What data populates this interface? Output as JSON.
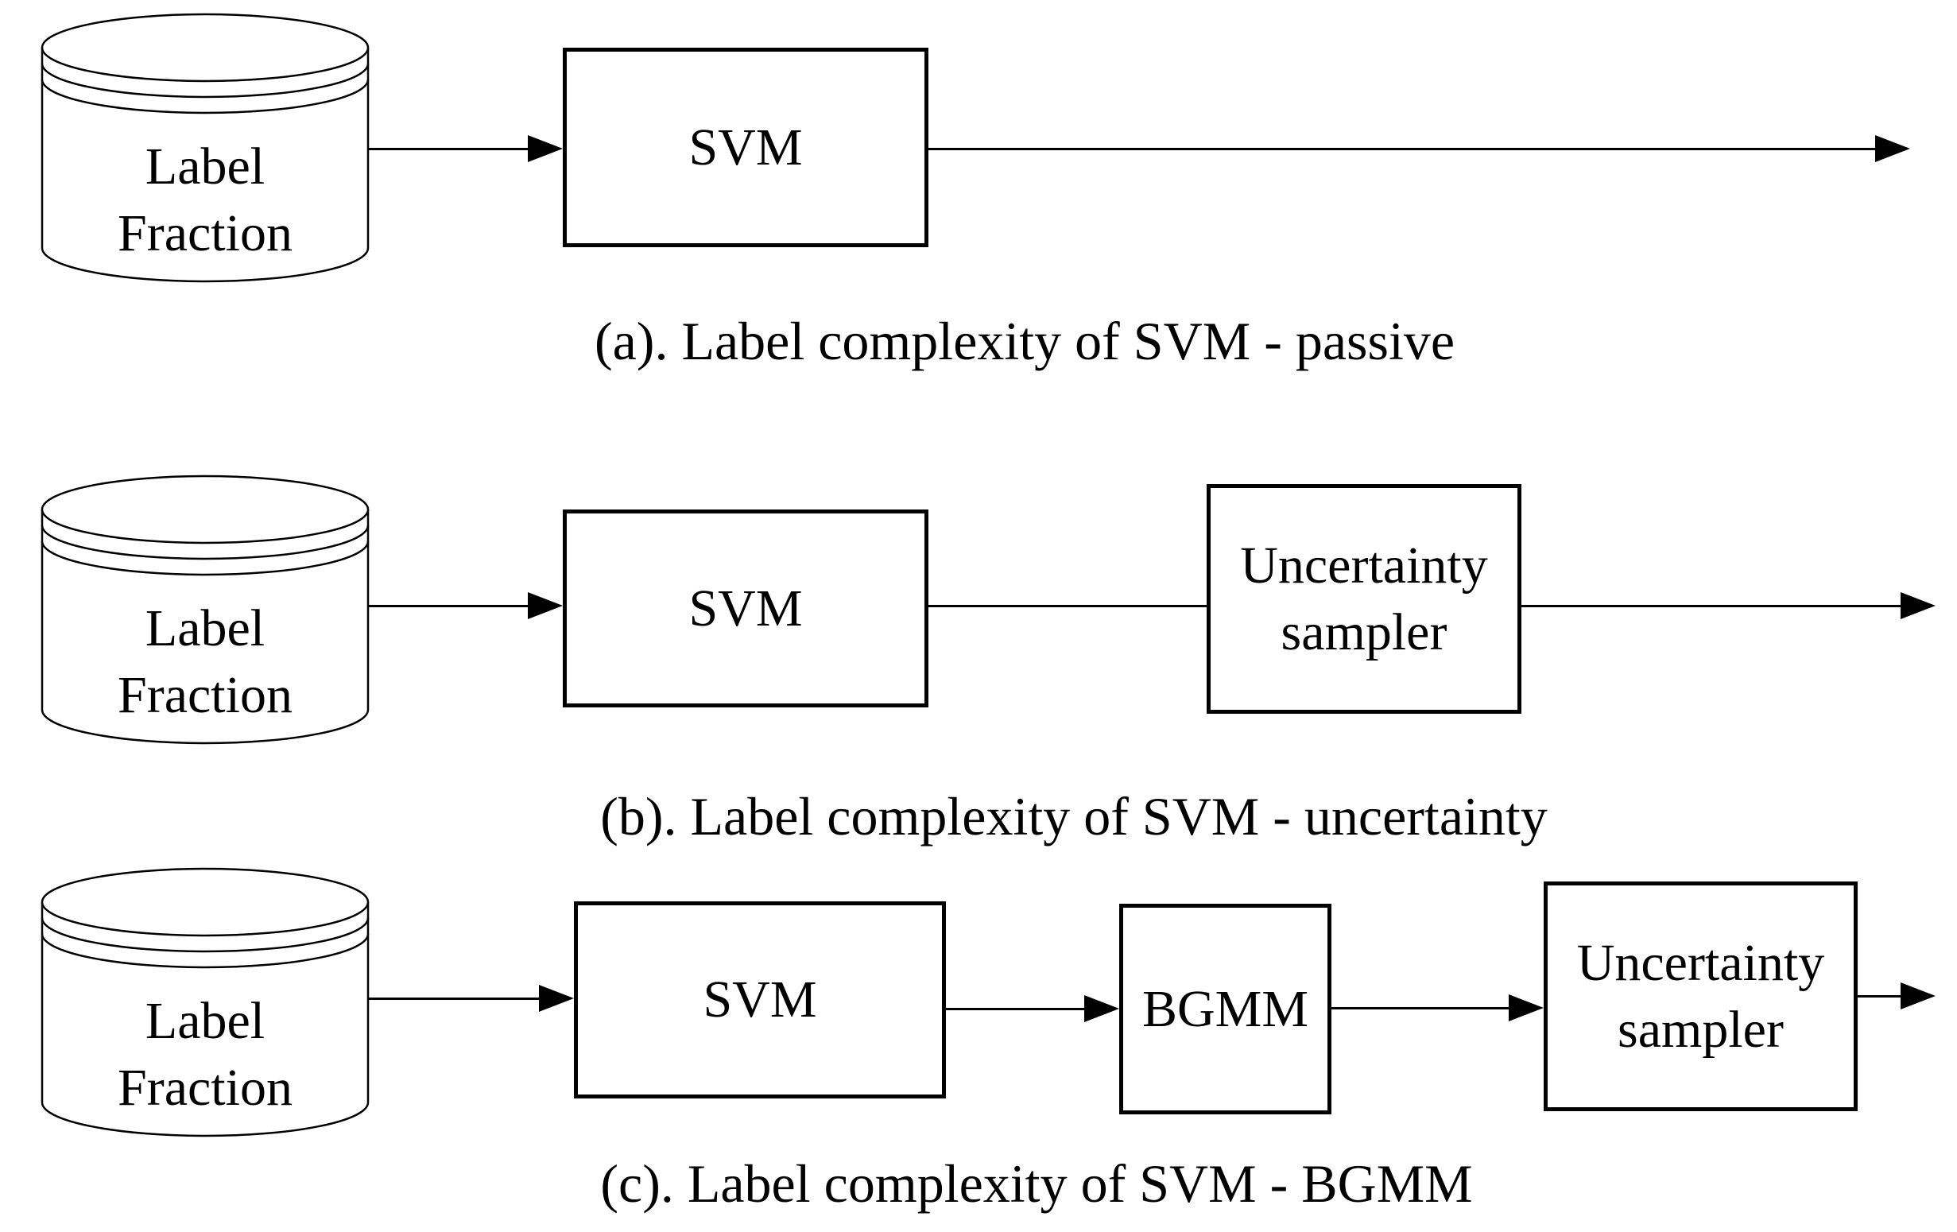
{
  "colors": {
    "ink": "#000000",
    "background": "#ffffff"
  },
  "diagram": {
    "rows": {
      "a": {
        "source_line1": "Label",
        "source_line2": "Fraction",
        "svm_label": "SVM",
        "caption": "(a). Label complexity of SVM - passive"
      },
      "b": {
        "source_line1": "Label",
        "source_line2": "Fraction",
        "svm_label": "SVM",
        "sampler_line1": "Uncertainty",
        "sampler_line2": "sampler",
        "caption": "(b). Label complexity of SVM - uncertainty"
      },
      "c": {
        "source_line1": "Label",
        "source_line2": "Fraction",
        "svm_label": "SVM",
        "bgmm_label": "BGMM",
        "sampler_line1": "Uncertainty",
        "sampler_line2": "sampler",
        "caption": "(c). Label complexity of SVM - BGMM"
      }
    }
  }
}
